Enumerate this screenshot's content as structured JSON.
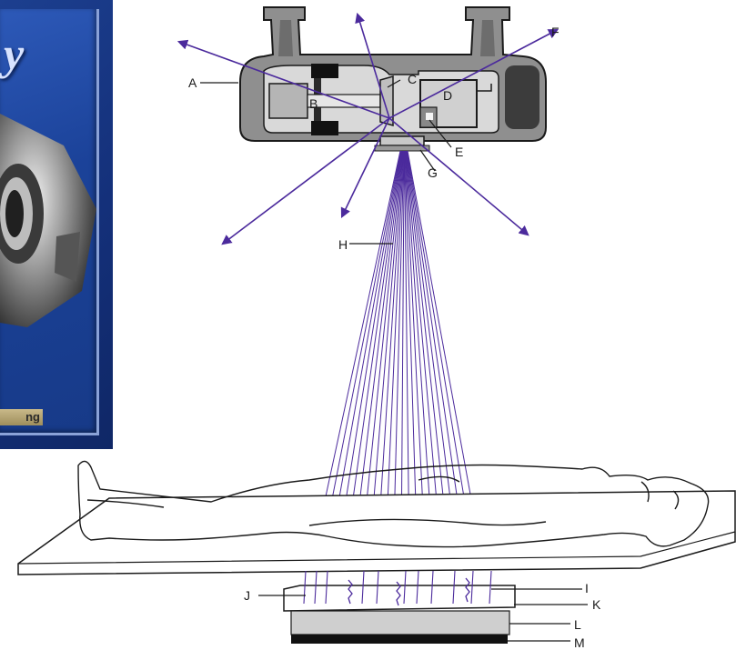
{
  "book": {
    "title_fragment": "y",
    "tag_fragment": "ng"
  },
  "labels": {
    "A": "A",
    "B": "B",
    "C": "C",
    "D": "D",
    "E": "E",
    "F": "F",
    "G": "G",
    "H": "H",
    "I": "I",
    "J": "J",
    "K": "K",
    "L": "L",
    "M": "M"
  },
  "colors": {
    "beam": "#4b2a9c",
    "housing": "#8c8c8c",
    "outline": "#1a1a1a",
    "book_blue": "#1b4299"
  }
}
